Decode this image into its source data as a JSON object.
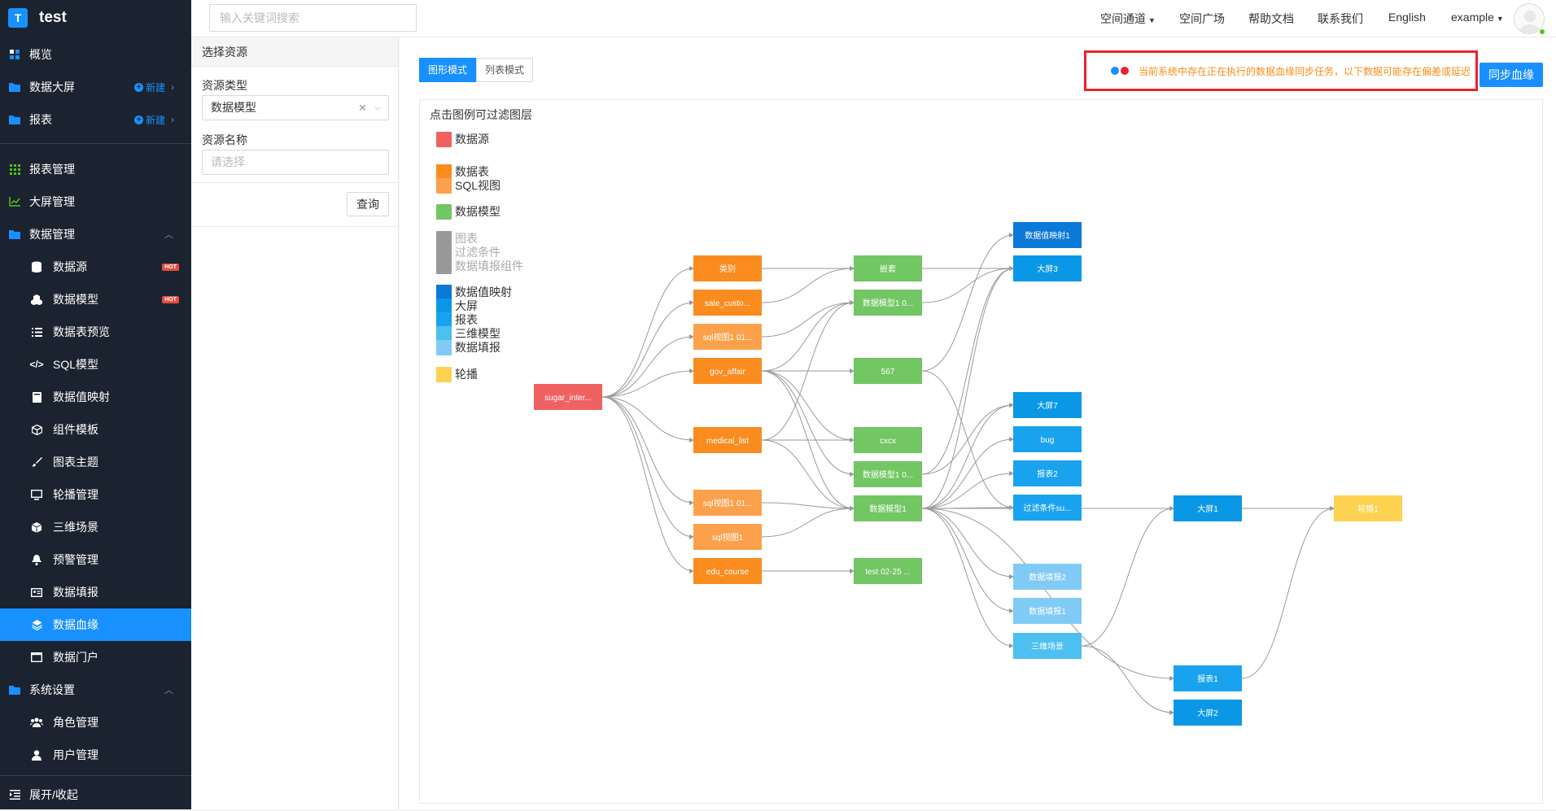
{
  "app": {
    "logo_letter": "T",
    "name": "test"
  },
  "sidebar": {
    "items": [
      {
        "label": "概览",
        "icon": "dashboard-icon"
      },
      {
        "label": "数据大屏",
        "icon": "folder-icon",
        "new": "新建"
      },
      {
        "label": "报表",
        "icon": "folder-icon",
        "new": "新建"
      },
      {
        "label": "报表管理",
        "icon": "grid-icon"
      },
      {
        "label": "大屏管理",
        "icon": "line-chart-icon"
      },
      {
        "label": "数据管理",
        "icon": "folder-icon"
      },
      {
        "label": "数据源",
        "icon": "database-icon",
        "badge": "HOT"
      },
      {
        "label": "数据模型",
        "icon": "cubes-icon",
        "badge": "HOT"
      },
      {
        "label": "数据表预览",
        "icon": "list-icon"
      },
      {
        "label": "SQL模型",
        "icon": "code-icon"
      },
      {
        "label": "数据值映射",
        "icon": "book-icon"
      },
      {
        "label": "组件模板",
        "icon": "cube-outline-icon"
      },
      {
        "label": "图表主题",
        "icon": "paint-icon"
      },
      {
        "label": "轮播管理",
        "icon": "monitor-icon"
      },
      {
        "label": "三维场景",
        "icon": "cube-icon"
      },
      {
        "label": "预警管理",
        "icon": "bell-icon"
      },
      {
        "label": "数据填报",
        "icon": "id-card-icon"
      },
      {
        "label": "数据血缘",
        "icon": "lineage-icon"
      },
      {
        "label": "数据门户",
        "icon": "window-icon"
      },
      {
        "label": "系统设置",
        "icon": "folder-icon"
      },
      {
        "label": "角色管理",
        "icon": "users-icon"
      },
      {
        "label": "用户管理",
        "icon": "user-icon"
      }
    ],
    "collapse_label": "展开/收起"
  },
  "topbar": {
    "search_placeholder": "输入关键词搜索",
    "links": [
      "空间通道",
      "空间广场",
      "帮助文档",
      "联系我们",
      "English",
      "example"
    ]
  },
  "filter": {
    "header": "选择资源",
    "type_label": "资源类型",
    "type_value": "数据模型",
    "name_label": "资源名称",
    "name_placeholder": "请选择",
    "query_button": "查询"
  },
  "main": {
    "tabs": [
      "图形模式",
      "列表模式"
    ],
    "warning": "当前系统中存在正在执行的数据血缘同步任务，以下数据可能存在偏差或延迟",
    "sync_button": "同步血缘",
    "legend_title": "点击图例可过滤图层"
  },
  "colors": {
    "accent": "#1890ff",
    "sidebar_bg": "#1c2330",
    "datasource": "#f06262",
    "table": "#fa8c1f",
    "sqlview": "#fba14b",
    "model": "#72c663",
    "mapping": "#0b79d8",
    "screen": "#0a98e6",
    "report": "#19a3ef",
    "scene3d": "#4dbff0",
    "fill": "#80cbf5",
    "carousel": "#fdd251",
    "dim": "#999999",
    "warning_border": "#e8232b",
    "warning_text": "#fa8c16"
  },
  "legend": [
    {
      "label": "数据源",
      "color": "#f06262",
      "dim": false
    },
    {
      "label": "数据表",
      "color": "#fa8c1f",
      "dim": false
    },
    {
      "label": "SQL视图",
      "color": "#fba14b",
      "dim": false
    },
    {
      "label": "数据模型",
      "color": "#72c663",
      "dim": false
    },
    {
      "label": "图表",
      "color": "#999999",
      "dim": true
    },
    {
      "label": "过滤条件",
      "color": "#999999",
      "dim": true
    },
    {
      "label": "数据填报组件",
      "color": "#999999",
      "dim": true
    },
    {
      "label": "数据值映射",
      "color": "#0b79d8",
      "dim": false
    },
    {
      "label": "大屏",
      "color": "#0a98e6",
      "dim": false
    },
    {
      "label": "报表",
      "color": "#19a3ef",
      "dim": false
    },
    {
      "label": "三维模型",
      "color": "#4dbff0",
      "dim": false
    },
    {
      "label": "数据填报",
      "color": "#80cbf5",
      "dim": false
    },
    {
      "label": "轮播",
      "color": "#fdd251",
      "dim": false
    }
  ],
  "graph": {
    "nodes": [
      {
        "id": "src",
        "label": "sugar_inter...",
        "kind": "datasource"
      },
      {
        "id": "t1",
        "label": "类别",
        "kind": "table"
      },
      {
        "id": "t2",
        "label": "sale_custo...",
        "kind": "table"
      },
      {
        "id": "t3",
        "label": "sql视图1 01...",
        "kind": "sqlview"
      },
      {
        "id": "t4",
        "label": "gov_affair",
        "kind": "table"
      },
      {
        "id": "t5",
        "label": "medical_list",
        "kind": "table"
      },
      {
        "id": "t6",
        "label": "sql视图1 01...",
        "kind": "sqlview"
      },
      {
        "id": "t7",
        "label": "sql视图1",
        "kind": "sqlview"
      },
      {
        "id": "t8",
        "label": "edu_course",
        "kind": "table"
      },
      {
        "id": "m1",
        "label": "嵌套",
        "kind": "model"
      },
      {
        "id": "m2",
        "label": "数据模型1 0...",
        "kind": "model"
      },
      {
        "id": "m3",
        "label": "567",
        "kind": "model"
      },
      {
        "id": "m4",
        "label": "cxcx",
        "kind": "model"
      },
      {
        "id": "m5",
        "label": "数据模型1 0...",
        "kind": "model"
      },
      {
        "id": "m6",
        "label": "数据模型1",
        "kind": "model"
      },
      {
        "id": "m7",
        "label": "test 02-25 ...",
        "kind": "model"
      },
      {
        "id": "r1",
        "label": "数据值映射1",
        "kind": "mapping"
      },
      {
        "id": "r2",
        "label": "大屏3",
        "kind": "screen"
      },
      {
        "id": "r3",
        "label": "大屏7",
        "kind": "screen"
      },
      {
        "id": "r4",
        "label": "bug",
        "kind": "report"
      },
      {
        "id": "r5",
        "label": "报表2",
        "kind": "report"
      },
      {
        "id": "r6",
        "label": "过滤条件su...",
        "kind": "report"
      },
      {
        "id": "r7",
        "label": "数据填报2",
        "kind": "fill"
      },
      {
        "id": "r8",
        "label": "数据填报1",
        "kind": "fill"
      },
      {
        "id": "r9",
        "label": "三维场景",
        "kind": "scene3d"
      },
      {
        "id": "s1",
        "label": "大屏1",
        "kind": "screen"
      },
      {
        "id": "s2",
        "label": "报表1",
        "kind": "report"
      },
      {
        "id": "s3",
        "label": "大屏2",
        "kind": "screen"
      },
      {
        "id": "c1",
        "label": "轮播1",
        "kind": "carousel"
      }
    ],
    "edges": [
      [
        "src",
        "t1"
      ],
      [
        "src",
        "t2"
      ],
      [
        "src",
        "t3"
      ],
      [
        "src",
        "t4"
      ],
      [
        "src",
        "t5"
      ],
      [
        "src",
        "t6"
      ],
      [
        "src",
        "t7"
      ],
      [
        "src",
        "t8"
      ],
      [
        "t1",
        "m1"
      ],
      [
        "t2",
        "m1"
      ],
      [
        "t4",
        "m3"
      ],
      [
        "t4",
        "m2"
      ],
      [
        "t4",
        "m5"
      ],
      [
        "t4",
        "m6"
      ],
      [
        "t3",
        "m2"
      ],
      [
        "t5",
        "m4"
      ],
      [
        "t5",
        "m2"
      ],
      [
        "t5",
        "m6"
      ],
      [
        "t6",
        "m6"
      ],
      [
        "t7",
        "m6"
      ],
      [
        "t8",
        "m7"
      ],
      [
        "t4",
        "m4"
      ],
      [
        "m1",
        "r2"
      ],
      [
        "m3",
        "r1"
      ],
      [
        "m3",
        "r6"
      ],
      [
        "m2",
        "r2"
      ],
      [
        "m6",
        "r2"
      ],
      [
        "m6",
        "r3"
      ],
      [
        "m6",
        "r4"
      ],
      [
        "m6",
        "r5"
      ],
      [
        "m6",
        "r6"
      ],
      [
        "m6",
        "r7"
      ],
      [
        "m6",
        "r8"
      ],
      [
        "m6",
        "r9"
      ],
      [
        "m6",
        "s1"
      ],
      [
        "m6",
        "s2"
      ],
      [
        "m5",
        "r3"
      ],
      [
        "m5",
        "r2"
      ],
      [
        "r9",
        "s1"
      ],
      [
        "r9",
        "s3"
      ],
      [
        "s1",
        "c1"
      ],
      [
        "s2",
        "c1"
      ]
    ]
  }
}
